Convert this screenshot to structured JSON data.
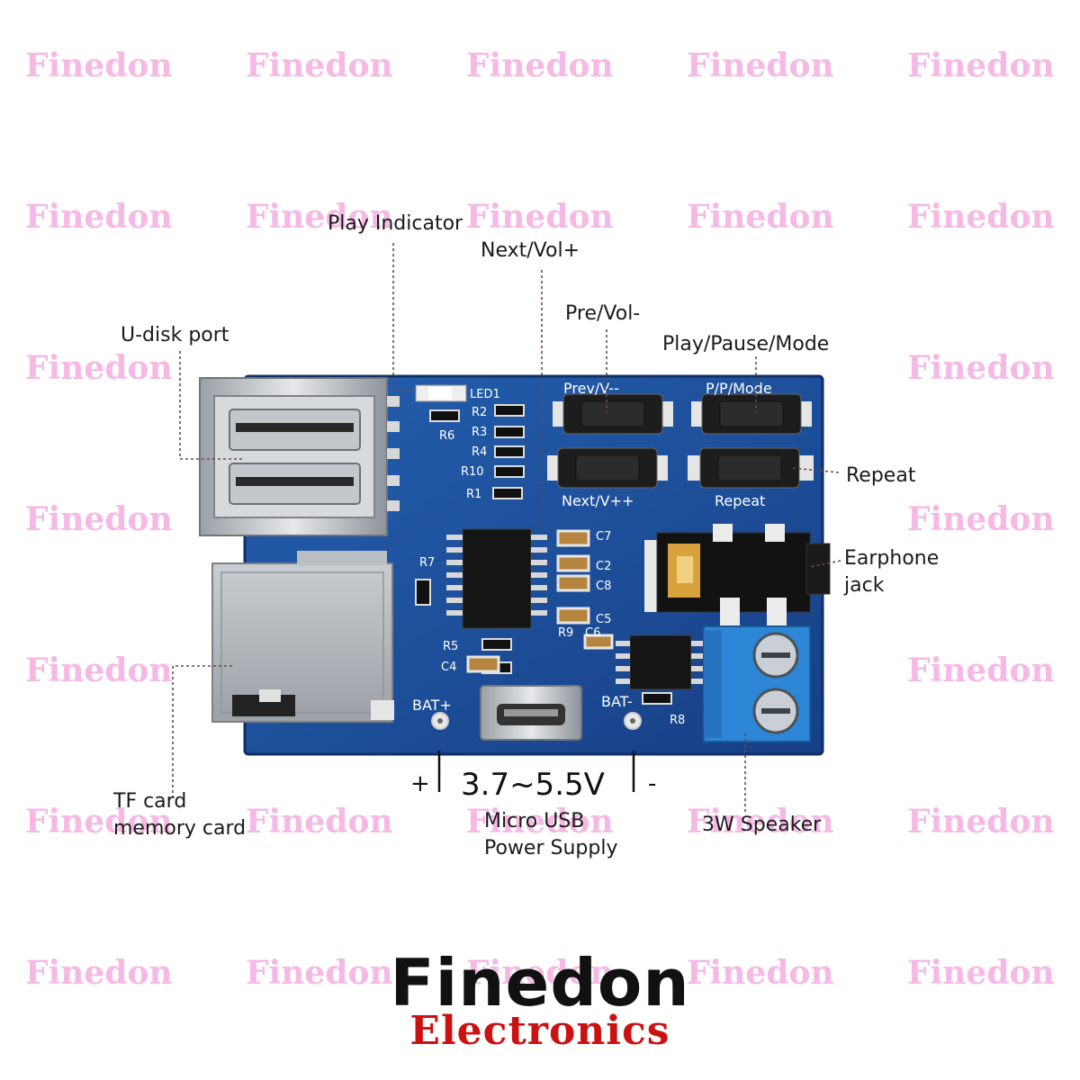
{
  "watermark": "Finedon",
  "labels": {
    "play_indicator": "Play Indicator",
    "next_vol": "Next/Vol+",
    "pre_vol": "Pre/Vol-",
    "play_pause_mode": "Play/Pause/Mode",
    "u_disk_port": "U-disk port",
    "repeat": "Repeat",
    "earphone_1": "Earphone",
    "earphone_2": "jack",
    "tf_card_1": "TF card",
    "tf_card_2": "memory card",
    "plus": "+",
    "minus": "-",
    "voltage": "3.7~5.5V",
    "micro_usb_1": "Micro USB",
    "micro_usb_2": "Power Supply",
    "speaker": "3W Speaker"
  },
  "pcb": {
    "led": "LED1",
    "r6": "R6",
    "r2": "R2",
    "r3": "R3",
    "r4": "R4",
    "r10": "R10",
    "r1": "R1",
    "r7": "R7",
    "r5": "R5",
    "r9": "R9",
    "r8": "R8",
    "c7": "C7",
    "c2": "C2",
    "c8": "C8",
    "c5": "C5",
    "c6": "C6",
    "c4": "C4",
    "btn_prev": "Prev/V--",
    "btn_mode": "P/P/Mode",
    "btn_next": "Next/V++",
    "btn_repeat": "Repeat",
    "bat_plus": "BAT+",
    "bat_minus": "BAT-"
  },
  "brand": {
    "name": "Finedon",
    "sub": "Electronics"
  },
  "colors": {
    "pcb": "#1f4f9c",
    "watermark": "#f6b8e4",
    "brand_sub": "#cc1111",
    "terminal": "#2e86d6"
  }
}
